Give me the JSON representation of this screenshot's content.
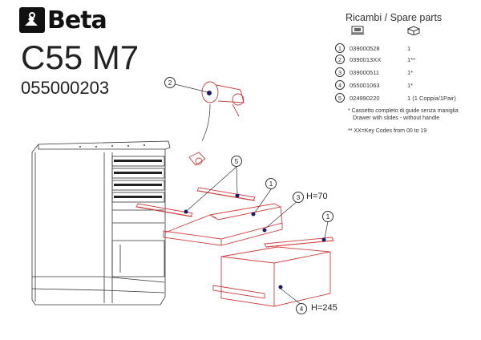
{
  "header": {
    "brand": "Beta",
    "model": "C55 M7",
    "code": "055000203"
  },
  "spare_parts": {
    "title": "Ricambi / Spare parts",
    "icons": [
      "code-icon",
      "quantity-icon"
    ],
    "rows": [
      {
        "num": "1",
        "code": "039000528",
        "qty": "1"
      },
      {
        "num": "2",
        "code": "0390013XX",
        "qty": "1**"
      },
      {
        "num": "3",
        "code": "039000511",
        "qty": "1*"
      },
      {
        "num": "4",
        "code": "055001063",
        "qty": "1*"
      },
      {
        "num": "5",
        "code": "024990220",
        "qty": "1 (1 Coppia/1Pair)"
      }
    ],
    "note1_line1": "* Cassetto completo di guide senza maniglia",
    "note1_line2": "Drawer with slides - without handle",
    "note2": "** XX=Key Codes from 00 to 19"
  },
  "diagram": {
    "callouts": [
      "2",
      "5",
      "1",
      "3",
      "1",
      "4"
    ],
    "dim_h70": "H=70",
    "dim_h245": "H=245"
  },
  "colors": {
    "part_highlight": "#e05050",
    "line": "#333333",
    "marker": "#1a1a66"
  }
}
